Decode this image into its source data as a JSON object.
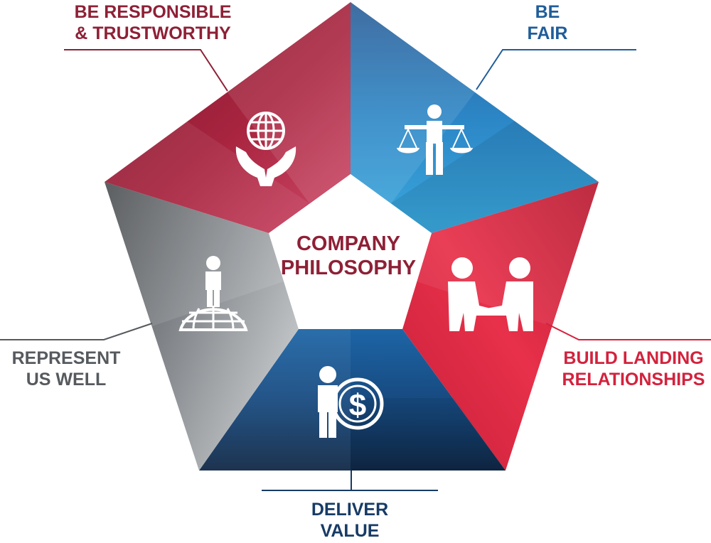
{
  "center": {
    "line1": "COMPANY",
    "line2": "PHILOSOPHY"
  },
  "segments": [
    {
      "line1": "BE RESPONSIBLE",
      "line2": "& TRUSTWORTHY",
      "icon": "hands-globe-icon",
      "color": "#8e2036",
      "light": "#cf4a68",
      "dark": "#7d1a2e"
    },
    {
      "line1": "BE",
      "line2": "FAIR",
      "icon": "scales-person-icon",
      "color": "#1f5d9a",
      "light": "#3aa8dd",
      "dark": "#24548f"
    },
    {
      "line1": "BUILD LANDING",
      "line2": "RELATIONSHIPS",
      "icon": "handshake-icon",
      "color": "#d3223d",
      "light": "#e8384f",
      "dark": "#b81d33"
    },
    {
      "line1": "DELIVER",
      "line2": "VALUE",
      "icon": "person-dollar-icon",
      "color": "#173b66",
      "light": "#1d65a6",
      "dark": "#10294a"
    },
    {
      "line1": "REPRESENT",
      "line2": "US WELL",
      "icon": "person-globe-icon",
      "color": "#565a5e",
      "light": "#c4c7c9",
      "dark": "#4a4d50"
    }
  ]
}
